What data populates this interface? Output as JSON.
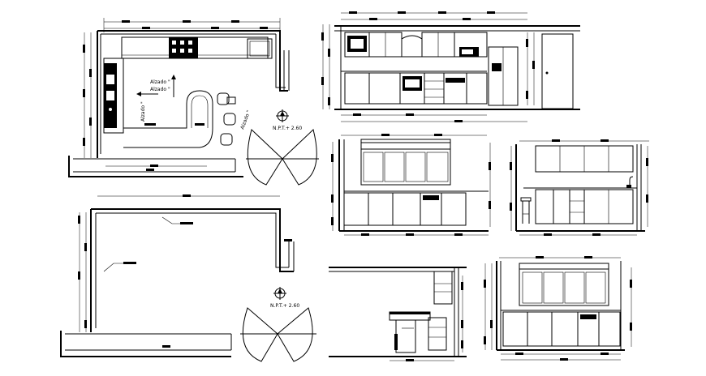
{
  "labels": {
    "plan_elevation_a": "Alzado \"",
    "plan_elevation_b": "Alzado \"",
    "plan_elevation_c": "Alzado \"",
    "plan_elevation_d": "Alzado \"",
    "north_top": "N.P.T.+ 2.60",
    "north_bottom": "N.P.T.+ 2.60"
  }
}
